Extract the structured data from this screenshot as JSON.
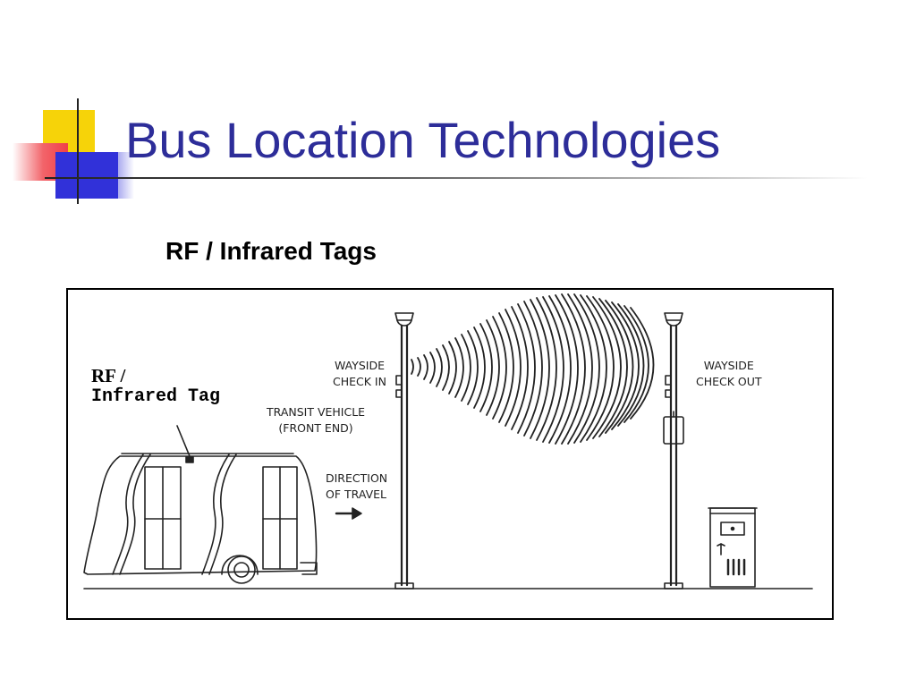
{
  "slide": {
    "title": "Bus Location Technologies",
    "subtitle": "RF / Infrared Tags"
  },
  "diagram": {
    "tag_label": {
      "line1": "RF /",
      "line2": "Infrared Tag"
    },
    "check_in": {
      "line1": "WAYSIDE",
      "line2": "CHECK IN"
    },
    "vehicle": {
      "line1": "TRANSIT VEHICLE",
      "line2": "(FRONT END)"
    },
    "direction": {
      "line1": "DIRECTION",
      "line2": "OF TRAVEL"
    },
    "check_out": {
      "line1": "WAYSIDE",
      "line2": "CHECK OUT"
    }
  },
  "colors": {
    "title": "#2d2d99",
    "logo_yellow": "#f6d309",
    "logo_red": "#f03f48",
    "logo_blue": "#3131d9"
  }
}
